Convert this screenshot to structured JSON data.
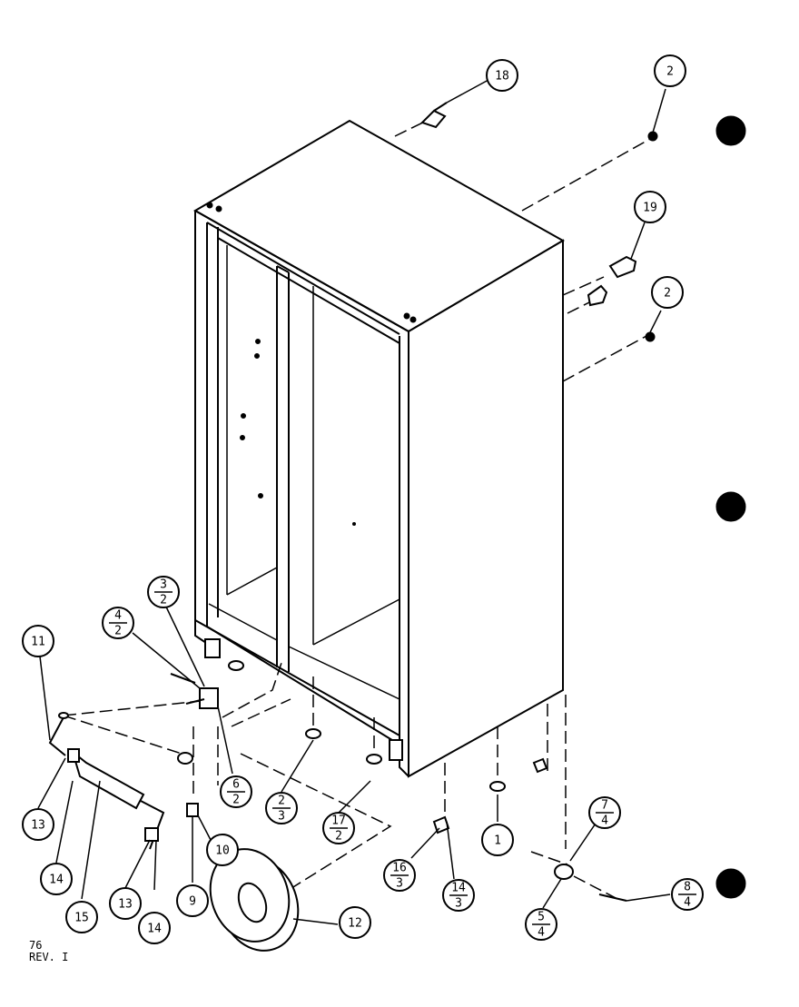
{
  "callouts": [
    {
      "id": "c18",
      "label": "18",
      "sub": ""
    },
    {
      "id": "c2a",
      "label": "2",
      "sub": ""
    },
    {
      "id": "c19",
      "label": "19",
      "sub": ""
    },
    {
      "id": "c2b",
      "label": "2",
      "sub": ""
    },
    {
      "id": "c3-2",
      "label": "3",
      "sub": "2"
    },
    {
      "id": "c4-2",
      "label": "4",
      "sub": "2"
    },
    {
      "id": "c11",
      "label": "11",
      "sub": ""
    },
    {
      "id": "c6-2",
      "label": "6",
      "sub": "2"
    },
    {
      "id": "c2-3",
      "label": "2",
      "sub": "3"
    },
    {
      "id": "c17-2",
      "label": "17",
      "sub": "2"
    },
    {
      "id": "c13a",
      "label": "13",
      "sub": ""
    },
    {
      "id": "c14a",
      "label": "14",
      "sub": ""
    },
    {
      "id": "c15",
      "label": "15",
      "sub": ""
    },
    {
      "id": "c13b",
      "label": "13",
      "sub": ""
    },
    {
      "id": "c14b",
      "label": "14",
      "sub": ""
    },
    {
      "id": "c9",
      "label": "9",
      "sub": ""
    },
    {
      "id": "c10",
      "label": "10",
      "sub": ""
    },
    {
      "id": "c12",
      "label": "12",
      "sub": ""
    },
    {
      "id": "c1",
      "label": "1",
      "sub": ""
    },
    {
      "id": "c16-3",
      "label": "16",
      "sub": "3"
    },
    {
      "id": "c14-3",
      "label": "14",
      "sub": "3"
    },
    {
      "id": "c7-4",
      "label": "7",
      "sub": "4"
    },
    {
      "id": "c8-4",
      "label": "8",
      "sub": "4"
    },
    {
      "id": "c5-4",
      "label": "5",
      "sub": "4"
    }
  ],
  "footer": {
    "line1": "76",
    "line2": "REV. I"
  }
}
